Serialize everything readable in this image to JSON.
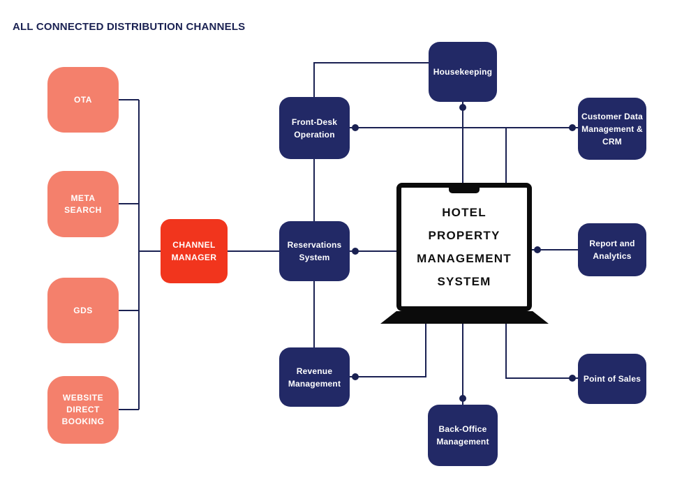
{
  "title": "ALL CONNECTED DISTRIBUTION CHANNELS",
  "colors": {
    "navy_box": "#222966",
    "salmon_box": "#F4806C",
    "red_box": "#F1351D",
    "line": "#1A2152",
    "heading_text": "#1A2152",
    "box_text": "#FFFFFF",
    "laptop_frame": "#0B0B0B"
  },
  "channels": [
    {
      "label": "OTA"
    },
    {
      "label": "META SEARCH"
    },
    {
      "label": "GDS"
    },
    {
      "label": "WEBSITE DIRECT BOOKING"
    }
  ],
  "channel_manager": {
    "label": "CHANNEL MANAGER"
  },
  "nodes": {
    "front_desk": "Front-Desk Operation",
    "reservations": "Reservations System",
    "revenue": "Revenue Management",
    "housekeeping": "Housekeeping",
    "back_office": "Back-Office Management",
    "customer_data": "Customer Data Management & CRM",
    "reports": "Report and Analytics",
    "pos": "Point of Sales"
  },
  "laptop": {
    "lines": [
      "HOTEL",
      "PROPERTY",
      "MANAGEMENT",
      "SYSTEM"
    ]
  }
}
